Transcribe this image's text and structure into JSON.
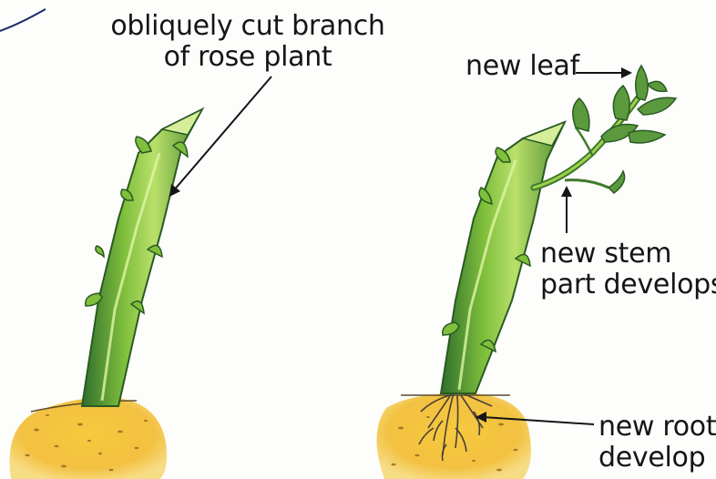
{
  "labels": {
    "cutting": {
      "line1": "obliquely cut branch",
      "line2": "of rose plant"
    },
    "new_leaf": "new leaf",
    "new_stem": {
      "line1": "new stem",
      "line2": "part develops"
    },
    "new_roots": {
      "line1": "new roots",
      "line2": "develop"
    }
  },
  "colors": {
    "stem_light": "#9fd14a",
    "stem_dark": "#2f6e2c",
    "leaf": "#5a9a3c",
    "soil": "#f2c140",
    "soil_speck": "#a8772a",
    "root": "#4a4038",
    "ink": "#151515"
  },
  "icons": [
    "cutting-illustration",
    "rooted-plant-illustration"
  ]
}
